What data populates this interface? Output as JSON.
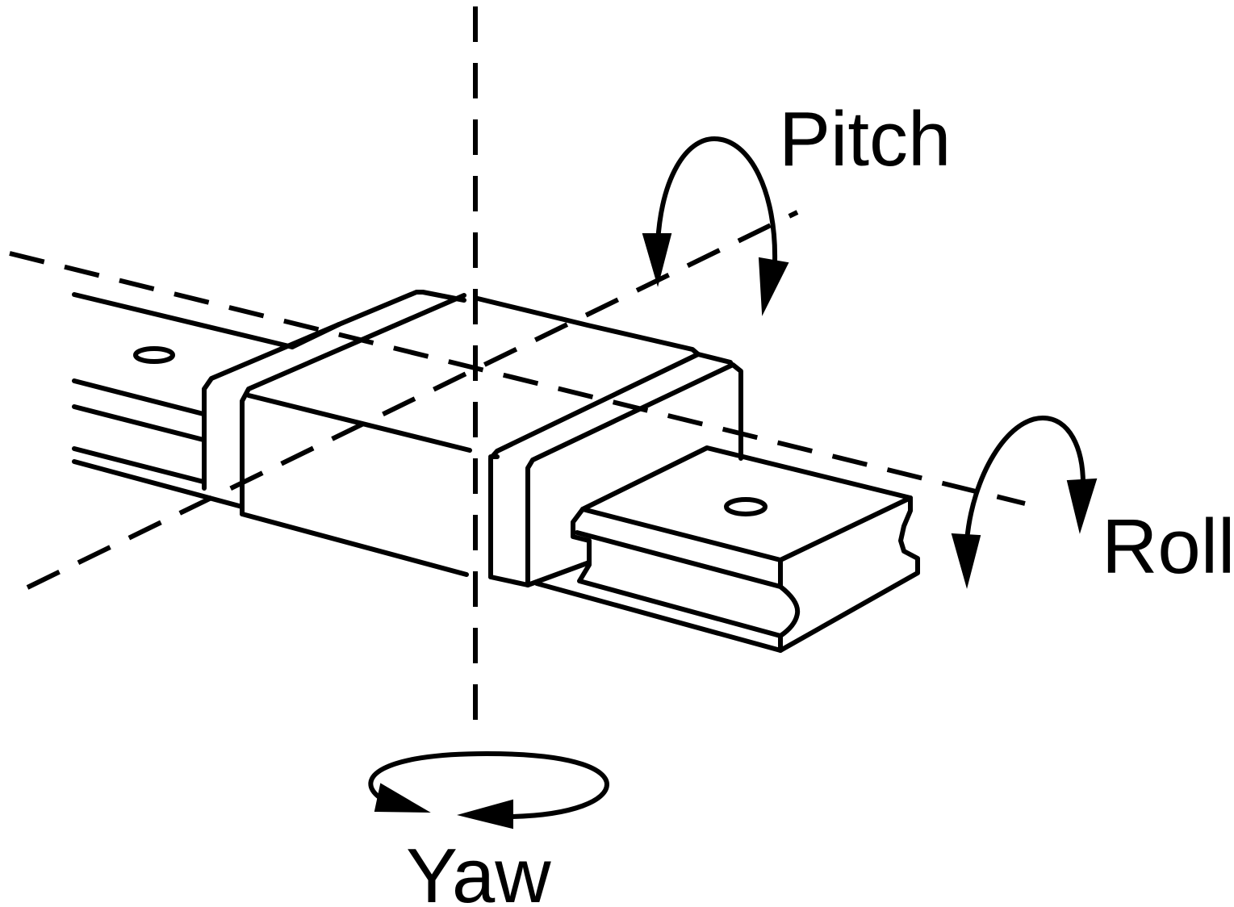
{
  "labels": {
    "pitch": "Pitch",
    "roll": "Roll",
    "yaw": "Yaw"
  },
  "colors": {
    "line": "#000000",
    "background": "#ffffff"
  }
}
